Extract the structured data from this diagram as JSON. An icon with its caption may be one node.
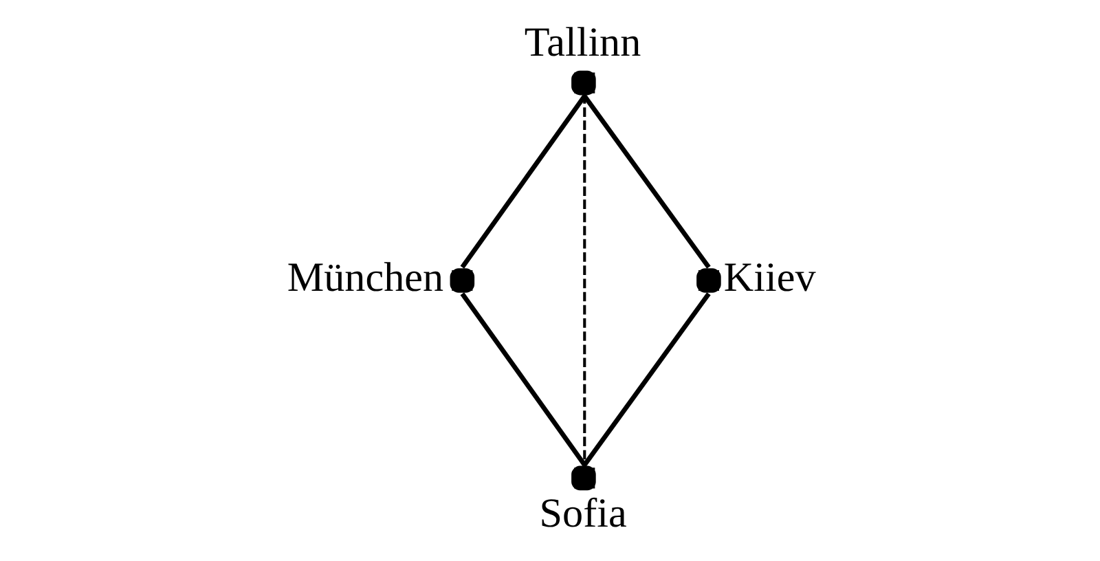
{
  "diagram": {
    "nodes": [
      {
        "text": [],
        "shape": "circle",
        "beside": [
          "Tallinn"
        ]
      },
      {
        "text": [],
        "shape": "circle",
        "beside": [
          "Kiiev"
        ]
      },
      {
        "text": [],
        "shape": "circle",
        "beside": [
          "München"
        ]
      },
      {
        "text": [],
        "shape": "circle",
        "beside": [
          "Sofia"
        ]
      }
    ],
    "edges": [
      {
        "from": 0,
        "to": 2,
        "arrow": "none"
      },
      {
        "from": 0,
        "to": 1,
        "arrow": "none"
      },
      {
        "from": 1,
        "to": 3,
        "arrow": "none"
      },
      {
        "from": 2,
        "to": 3,
        "arrow": "none"
      },
      {
        "from": 0,
        "to": 3,
        "arrow": "none",
        "style": "dashed"
      }
    ]
  }
}
